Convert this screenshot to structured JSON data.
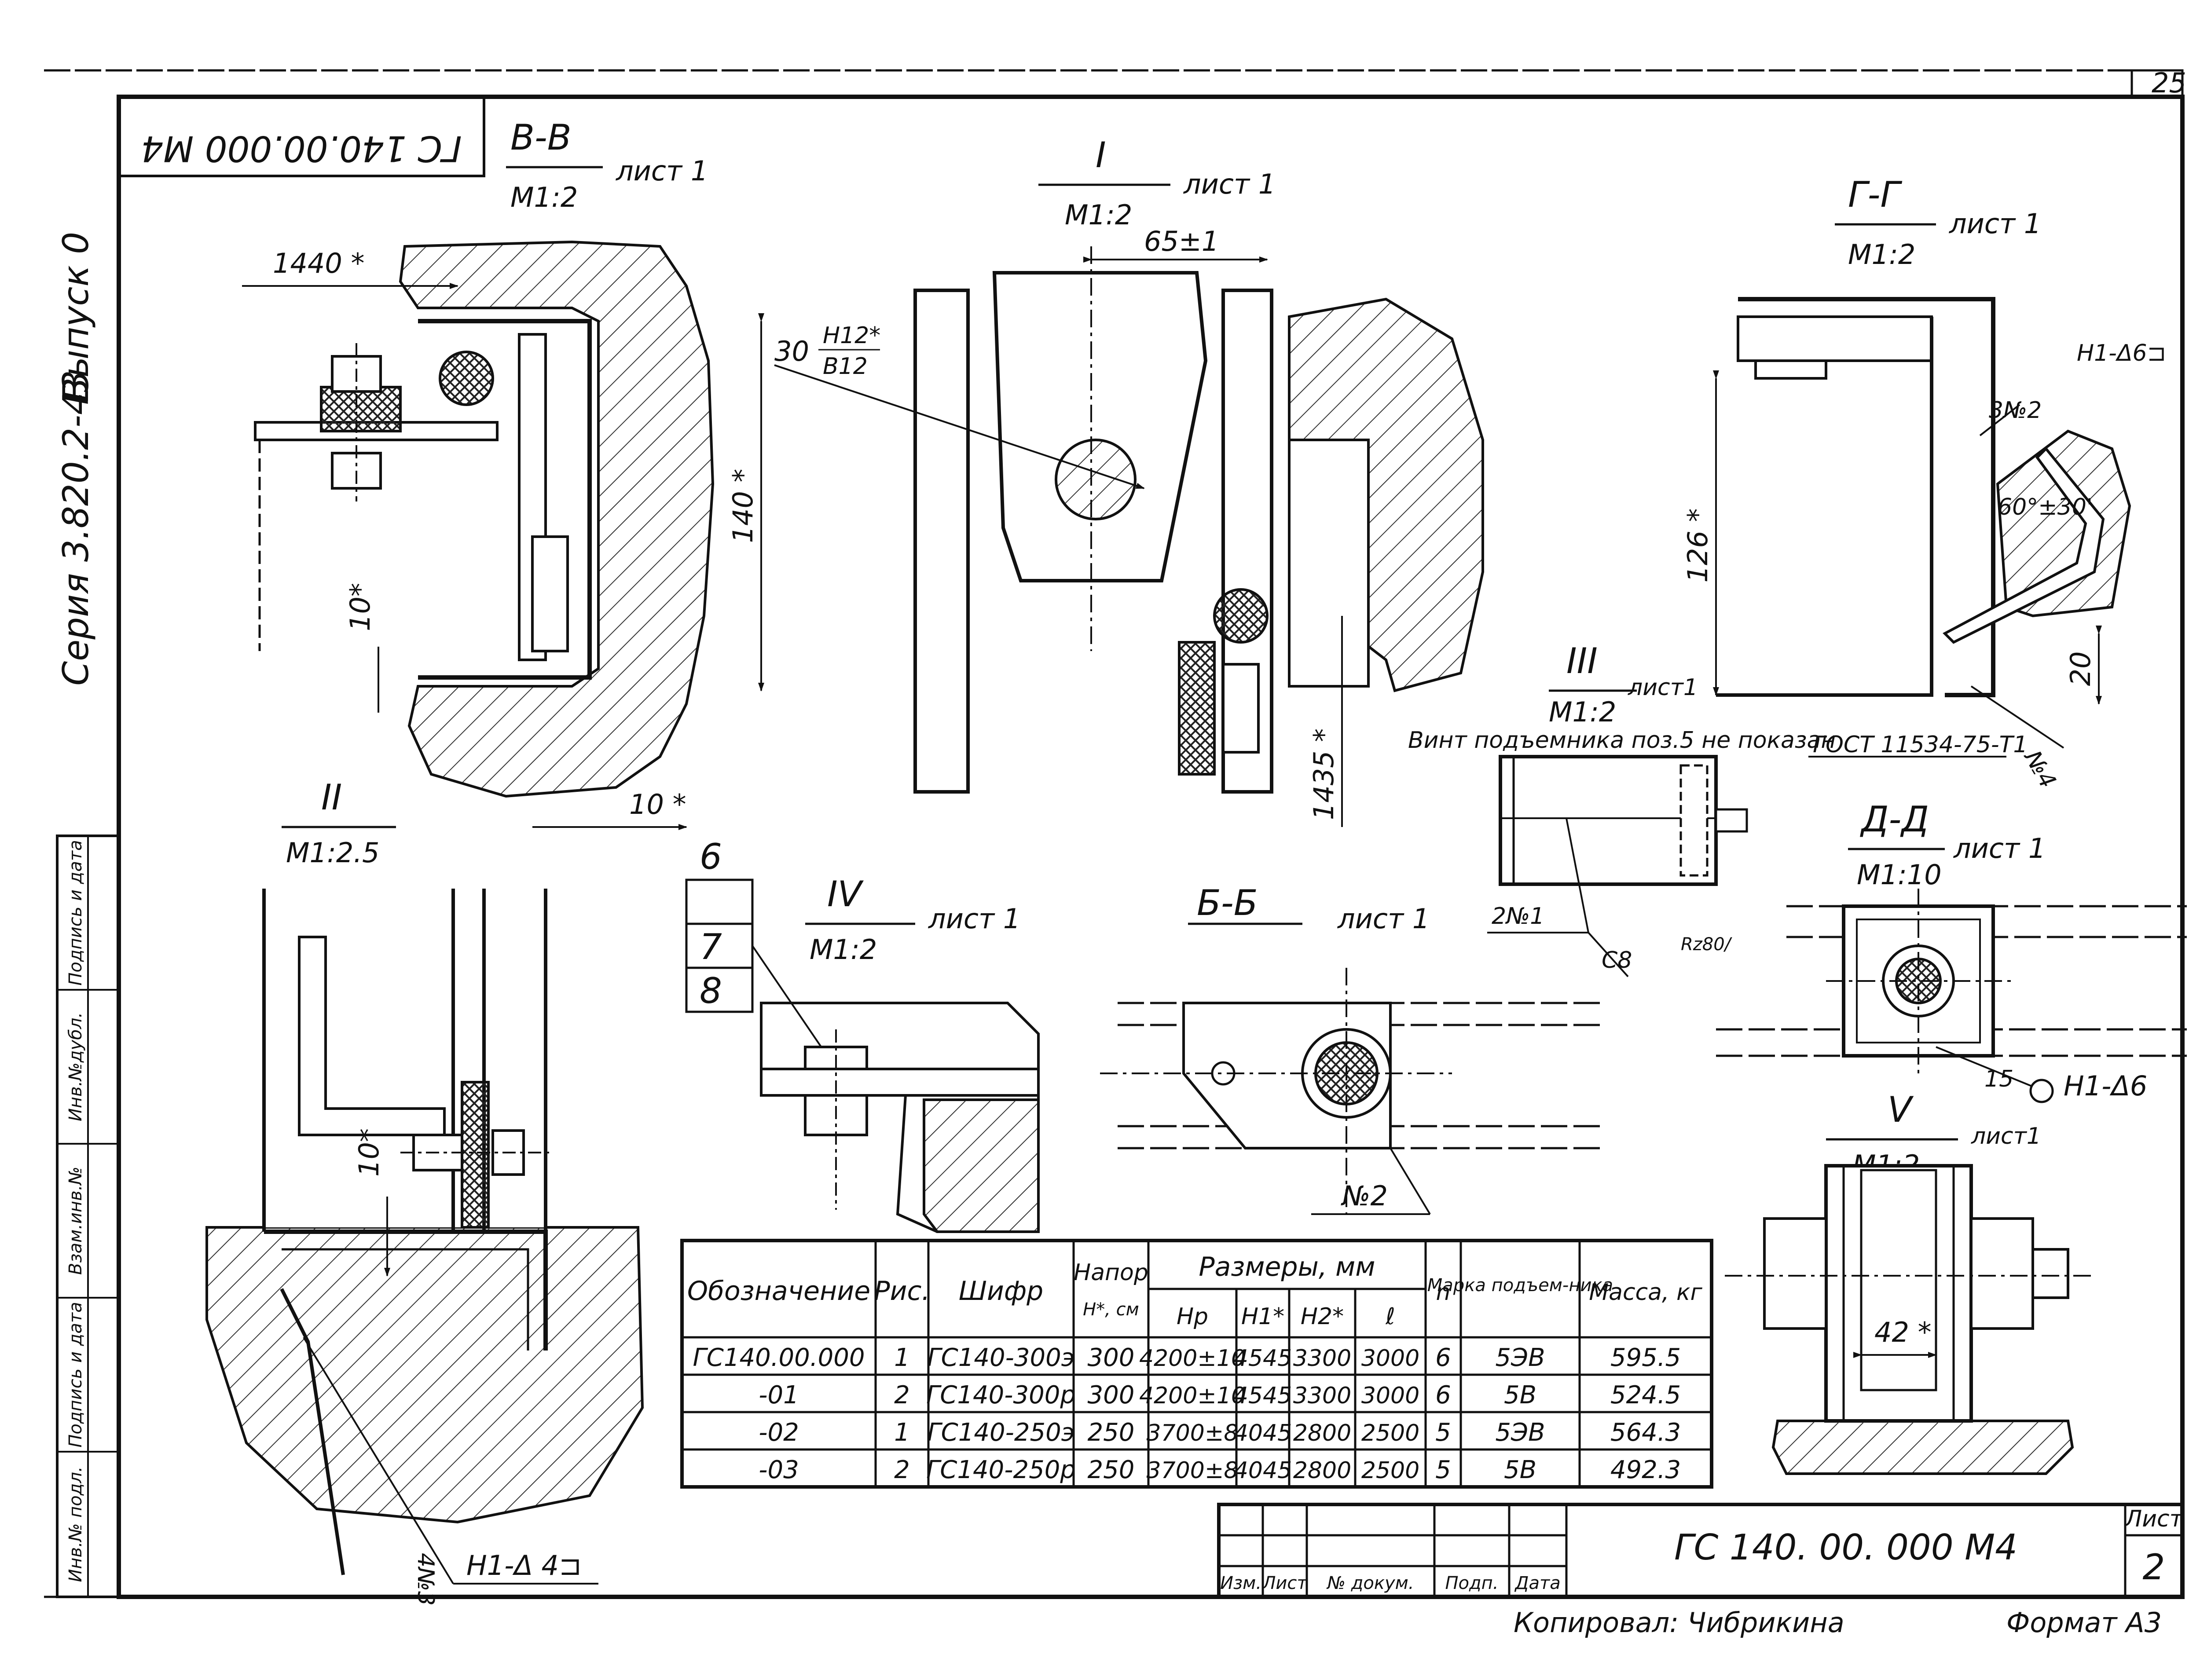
{
  "sheet": {
    "page_number": "25",
    "series": "Серия 3.820.2-43",
    "issue": "Выпуск 0",
    "top_code": "ГС 140.00.000 М4",
    "doc_code": "ГС 140. 00. 000 М4",
    "sheet_label": "Лист",
    "sheet_number": "2",
    "copied_by": "Копировал: Чибрикина",
    "format": "Формат А3"
  },
  "left_stamp": {
    "cells": [
      "Подпись и дата",
      "Инв.№дубл.",
      "Взам.инв.№",
      "Подпись и дата",
      "Инв.№ подл."
    ]
  },
  "title_block": {
    "headers": [
      "Изм.",
      "Лист",
      "№ докум.",
      "Подп.",
      "Дата"
    ]
  },
  "views": {
    "vv": {
      "name": "В-В",
      "scale": "М1:2",
      "sheet": "лист 1"
    },
    "I": {
      "name": "I",
      "scale": "М1:2",
      "sheet": "лист 1"
    },
    "gg": {
      "name": "Г-Г",
      "scale": "М1:2",
      "sheet": "лист 1"
    },
    "II": {
      "name": "II",
      "scale": "М1:2.5"
    },
    "III": {
      "name": "III",
      "scale": "М1:2",
      "sheet": "лист1"
    },
    "IV": {
      "name": "IV",
      "scale": "М1:2",
      "sheet": "лист 1"
    },
    "bb": {
      "name": "Б-Б",
      "sheet": "лист 1"
    },
    "dd": {
      "name": "Д-Д",
      "scale": "М1:10",
      "sheet": "лист 1"
    },
    "V": {
      "name": "V",
      "scale": "М1:2",
      "sheet": "лист1"
    }
  },
  "dims": {
    "d1440": "1440 *",
    "d140": "140 *",
    "d10a": "10*",
    "d10b": "10 *",
    "d65": "65±1",
    "d30": "30",
    "fit_top": "H12*",
    "fit_bottom": "В12",
    "d1435": "1435 *",
    "d126": "126 *",
    "d20": "20",
    "angle": "60°±30'",
    "d10c": "10*",
    "d42": "42 *",
    "d15": "15"
  },
  "notes": {
    "screw_note": "Винт подъемника поз.5 не показан",
    "gost": "ГОСТ 11534-75-Т1",
    "weld_h1_6": "Н1-Δ6⊐",
    "weld_h1_6b": "Н1-Δ6",
    "weld_h1_4": "Н1-Δ 4⊐",
    "pos_3n2": "3№2",
    "pos_n4": "№4",
    "pos_2n1": "2№1",
    "pos_n2": "№2",
    "pos_4n3": "4№3",
    "roughness": "С8",
    "rz": "Rz80/",
    "pos6": "6",
    "pos7": "7",
    "pos8": "8"
  },
  "table": {
    "headers": {
      "designation": "Обозначение",
      "fig": "Рис.",
      "code": "Шифр",
      "pressure": "Напор",
      "pressure_unit": "H*, см",
      "sizes": "Размеры, мм",
      "hp": "Hр",
      "h1": "H1*",
      "h2": "H2*",
      "l": "ℓ",
      "n": "n",
      "lift": "Марка подъем-ника",
      "mass": "Масса, кг"
    },
    "rows": [
      [
        "ГС140.00.000",
        "1",
        "ГС140-300э",
        "300",
        "4200±10",
        "4545",
        "3300",
        "3000",
        "6",
        "5ЭВ",
        "595.5"
      ],
      [
        "-01",
        "2",
        "ГС140-300р",
        "300",
        "4200±10",
        "4545",
        "3300",
        "3000",
        "6",
        "5В",
        "524.5"
      ],
      [
        "-02",
        "1",
        "ГС140-250э",
        "250",
        "3700±8",
        "4045",
        "2800",
        "2500",
        "5",
        "5ЭВ",
        "564.3"
      ],
      [
        "-03",
        "2",
        "ГС140-250р",
        "250",
        "3700±8",
        "4045",
        "2800",
        "2500",
        "5",
        "5В",
        "492.3"
      ]
    ]
  }
}
